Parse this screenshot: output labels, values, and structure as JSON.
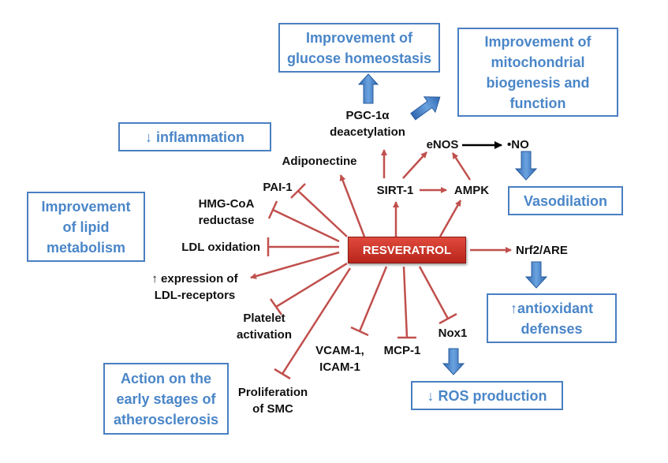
{
  "center": "RESVERATROL",
  "boxes": {
    "glucose": "Improvement of\nglucose homeostasis",
    "mito": "Improvement of\nmitochondrial\nbiogenesis and\nfunction",
    "inflammation": "↓  inflammation",
    "lipid": "Improvement\nof lipid\nmetabolism",
    "vasodilation": "Vasodilation",
    "antioxidant": "↑antioxidant\ndefenses",
    "ros": "↓ ROS production",
    "athero": "Action on the\nearly stages of\natherosclerosis"
  },
  "labels": {
    "pgc": "PGC-1α\ndeacetylation",
    "enos": "eNOS",
    "no": "•NO",
    "adiponectine": "Adiponectine",
    "sirt": "SIRT-1",
    "ampk": "AMPK",
    "pai": "PAI-1",
    "hmg": "HMG-CoA\nreductase",
    "ldlox": "LDL oxidation",
    "ldlrec": "↑ expression of\nLDL-receptors",
    "platelet": "Platelet\nactivation",
    "vcam": "VCAM-1,\nICAM-1",
    "mcp": "MCP-1",
    "nox": "Nox1",
    "nrf": "Nrf2/ARE",
    "prolif": "Proliferation\nof SMC"
  },
  "colors": {
    "box_border": "#4a7fc1",
    "box_text": "#4a86c8",
    "red_line": "#c0504d",
    "blue_arrow": "#3a78c8",
    "center_fill": "#c9302c"
  }
}
